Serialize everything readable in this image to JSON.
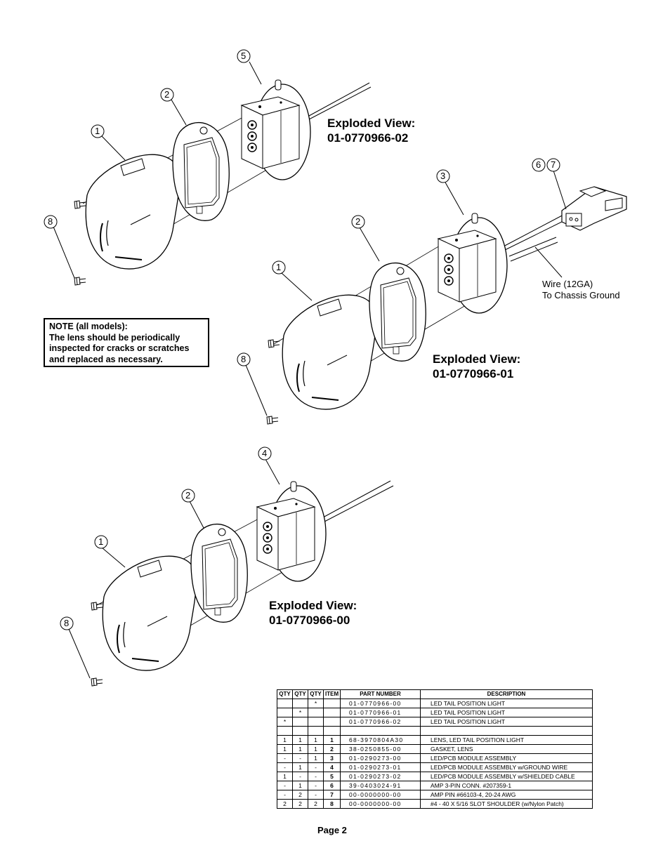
{
  "views": [
    {
      "title": "Exploded View:",
      "part": "01-0770966-02"
    },
    {
      "title": "Exploded View:",
      "part": "01-0770966-01"
    },
    {
      "title": "Exploded View:",
      "part": "01-0770966-00"
    }
  ],
  "callouts": {
    "v1": [
      "5",
      "2",
      "1",
      "8"
    ],
    "v2": [
      "6",
      "7",
      "3",
      "2",
      "1",
      "8"
    ],
    "v3": [
      "4",
      "2",
      "1",
      "8"
    ]
  },
  "wire_label": {
    "line1": "Wire (12GA)",
    "line2": "To Chassis Ground"
  },
  "note": {
    "line1": "NOTE (all models):",
    "line2": "The lens should be periodically",
    "line3": "inspected for cracks or scratches",
    "line4": "and replaced as necessary."
  },
  "table": {
    "headers": [
      "QTY",
      "QTY",
      "QTY",
      "ITEM",
      "PART NUMBER",
      "DESCRIPTION"
    ],
    "rows": [
      [
        "",
        "",
        "*",
        "",
        "01-0770966-00",
        "LED TAIL POSITION LIGHT"
      ],
      [
        "",
        "*",
        "",
        "",
        "01-0770966-01",
        "LED TAIL POSITION LIGHT"
      ],
      [
        "*",
        "",
        "",
        "",
        "01-0770966-02",
        "LED TAIL POSITION LIGHT"
      ],
      [
        "",
        "",
        "",
        "",
        "",
        ""
      ],
      [
        "1",
        "1",
        "1",
        "1",
        "68-3970804A30",
        "LENS, LED TAIL POSITION LIGHT"
      ],
      [
        "1",
        "1",
        "1",
        "2",
        "38-0250855-00",
        "GASKET, LENS"
      ],
      [
        "-",
        "-",
        "1",
        "3",
        "01-0290273-00",
        "LED/PCB MODULE ASSEMBLY"
      ],
      [
        "-",
        "1",
        "-",
        "4",
        "01-0290273-01",
        "LED/PCB MODULE ASSEMBLY w/GROUND WIRE"
      ],
      [
        "1",
        "-",
        "-",
        "5",
        "01-0290273-02",
        "LED/PCB MODULE ASSEMBLY w/SHIELDED CABLE"
      ],
      [
        "-",
        "1",
        "-",
        "6",
        "39-0403024-91",
        "AMP 3-PIN CONN. #207359-1"
      ],
      [
        "-",
        "2",
        "-",
        "7",
        "00-0000000-00",
        "AMP PIN #66103-4, 20-24 AWG"
      ],
      [
        "2",
        "2",
        "2",
        "8",
        "00-0000000-00",
        "#4 - 40 X 5/16 SLOT SHOULDER (w/Nylon Patch)"
      ]
    ]
  },
  "page": "Page 2"
}
